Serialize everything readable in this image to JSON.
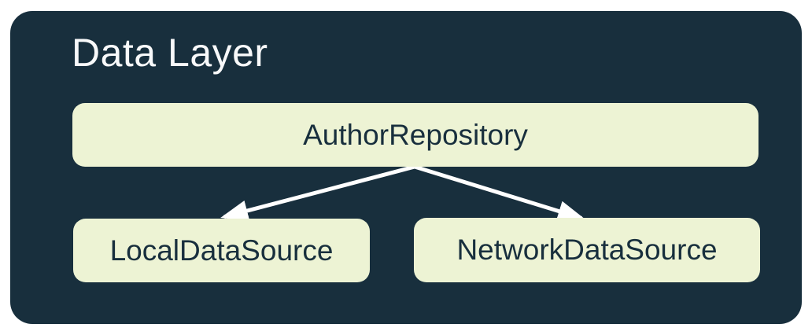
{
  "diagram": {
    "title": "Data Layer",
    "nodes": [
      {
        "id": "repository",
        "label": "AuthorRepository"
      },
      {
        "id": "local",
        "label": "LocalDataSource"
      },
      {
        "id": "network",
        "label": "NetworkDataSource"
      }
    ],
    "edges": [
      {
        "from": "AuthorRepository",
        "to": "LocalDataSource"
      },
      {
        "from": "AuthorRepository",
        "to": "NetworkDataSource"
      }
    ],
    "colors": {
      "page_bg": "#FFFFFF",
      "panel_bg": "#182F3D",
      "node_bg": "#EDF3D4",
      "node_text": "#182F3D",
      "title_text": "#F8F9FA",
      "arrow": "#FFFFFF"
    }
  }
}
